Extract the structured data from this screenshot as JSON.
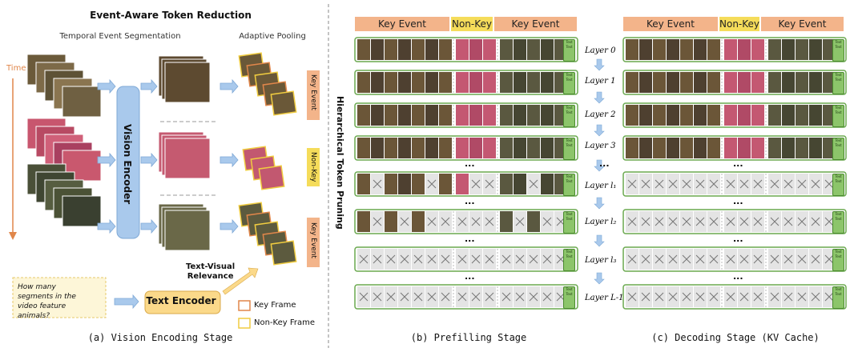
{
  "title": "Event-Aware Token Reduction",
  "vision": {
    "temporal_label": "Temporal Event Segmentation",
    "pooling_label": "Adaptive Pooling",
    "time_label": "Time",
    "vision_encoder_label": "Vision Encoder",
    "text_encoder_label": "Text Encoder",
    "relevance_label": "Text-Visual\nRelevance",
    "question": "How many segments in the video feature animals?",
    "side_labels": [
      "Key Event",
      "Non-Key",
      "Key Event"
    ],
    "legend": {
      "key": "Key Frame",
      "nonkey": "Non-Key Frame"
    },
    "caption": "(a) Vision Encoding Stage"
  },
  "segment_headers": [
    "Key Event",
    "Non-Key",
    "Key Event"
  ],
  "htp_label": "Hierarchical Token Pruning",
  "layers": [
    "Layer 0",
    "Layer 1",
    "Layer 2",
    "Layer 3",
    "Layer l₁",
    "Layer l₂",
    "Layer l₃",
    "Layer L-1"
  ],
  "ellipsis": "...",
  "text_token": "Text",
  "prefill_caption": "(b) Prefilling Stage",
  "decode_caption": "(c) Decoding Stage (KV Cache)",
  "colors": {
    "key_event": "#f3b48a",
    "non_key": "#f5dc5a",
    "encoder_blue": "#a9c9ec",
    "text_encoder": "#fbd98a",
    "token_green": "#8cc56a",
    "row_border": "#6aa84f",
    "key_frame_border": "#e0864a",
    "nonkey_frame_border": "#f0cc40"
  }
}
